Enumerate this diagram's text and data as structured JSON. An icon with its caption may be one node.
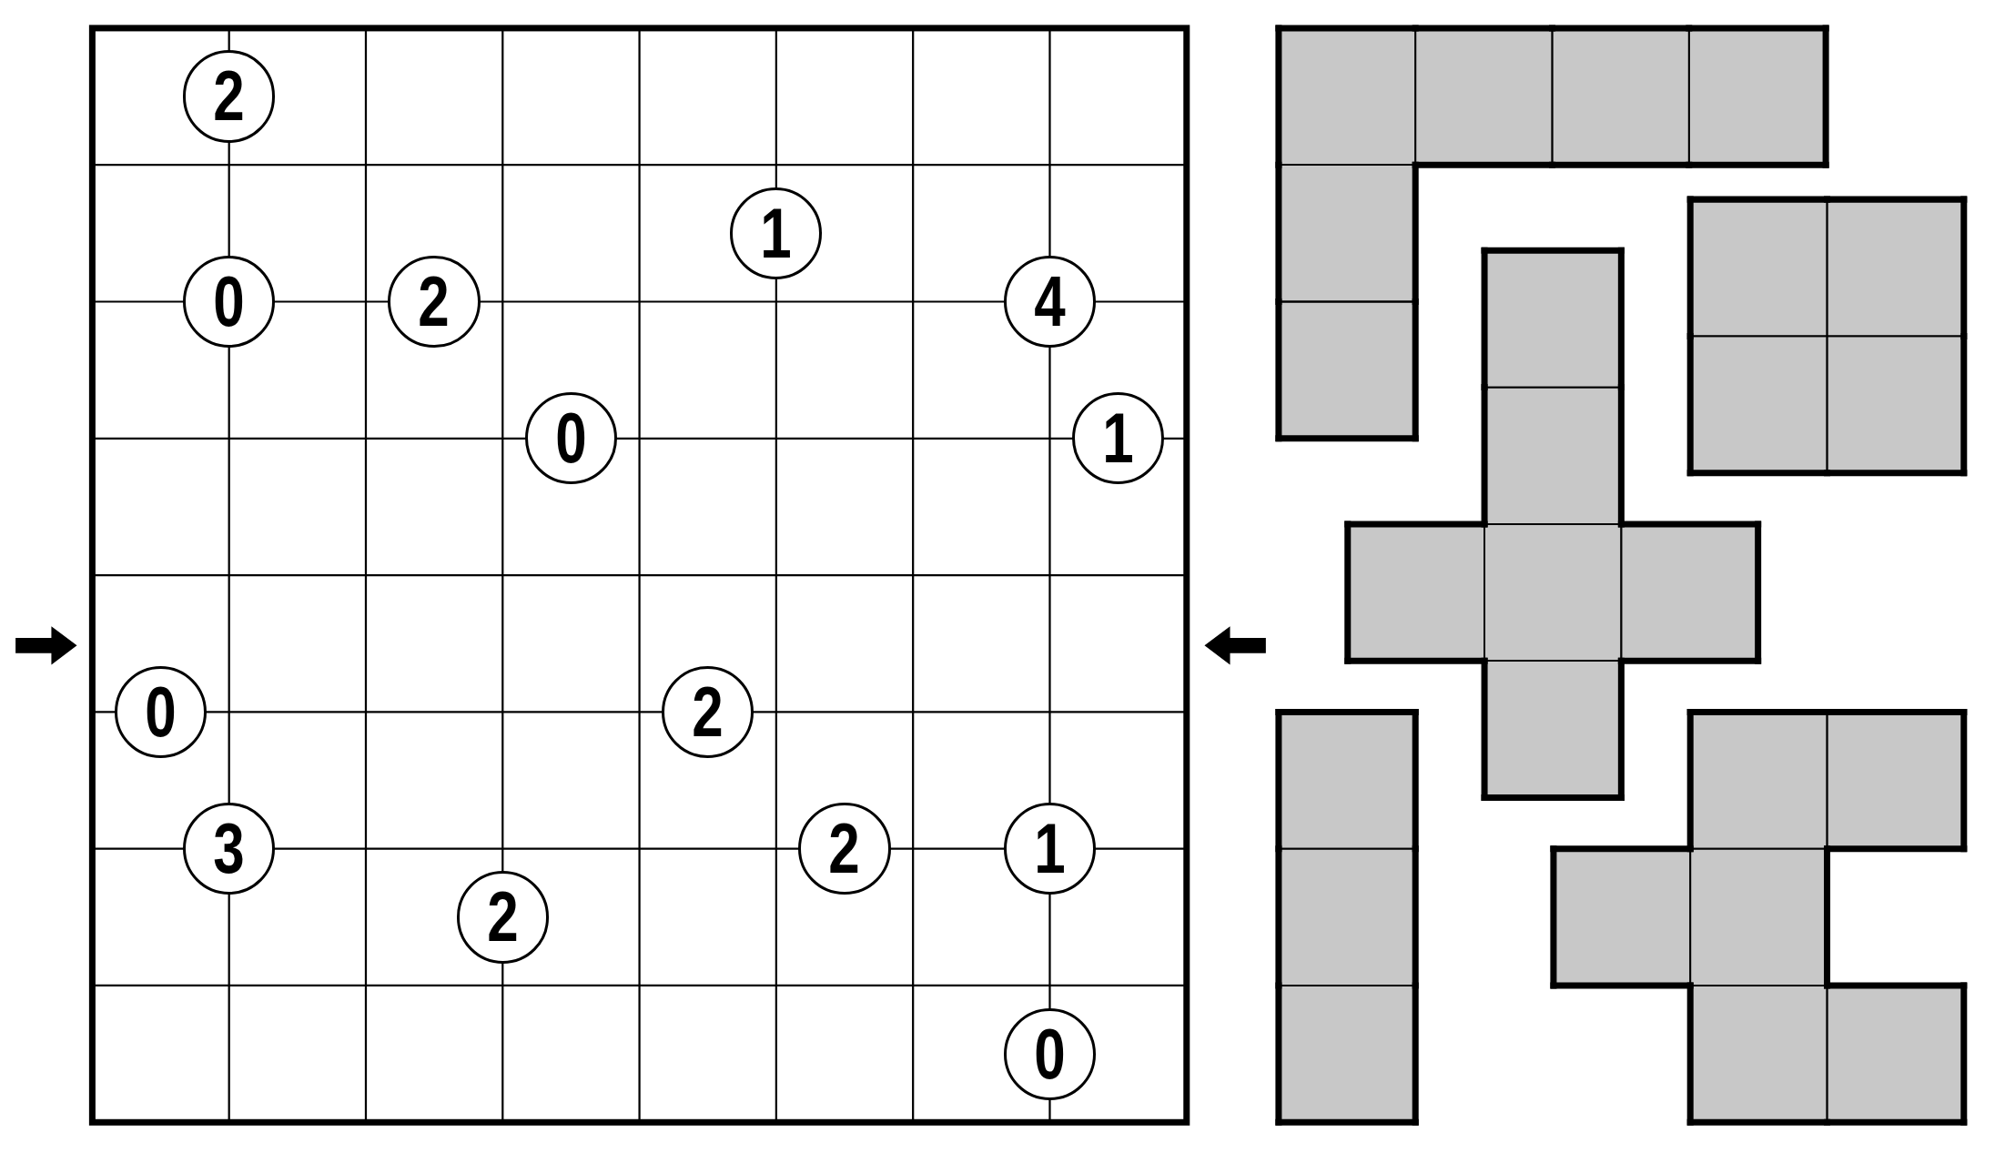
{
  "diagram": {
    "nodes": [
      {
        "text": [
          "2"
        ]
      },
      {
        "text": [
          "1"
        ]
      },
      {
        "text": [
          "0"
        ]
      },
      {
        "text": [
          "2"
        ]
      },
      {
        "text": [
          "4"
        ]
      },
      {
        "text": [
          "0"
        ]
      },
      {
        "text": [
          "1"
        ]
      },
      {
        "text": [
          "0"
        ]
      },
      {
        "text": [
          "2"
        ]
      },
      {
        "text": [
          "3"
        ]
      },
      {
        "text": [
          "2"
        ]
      },
      {
        "text": [
          "1"
        ]
      },
      {
        "text": [
          "2"
        ]
      },
      {
        "text": [
          "0"
        ]
      }
    ]
  }
}
